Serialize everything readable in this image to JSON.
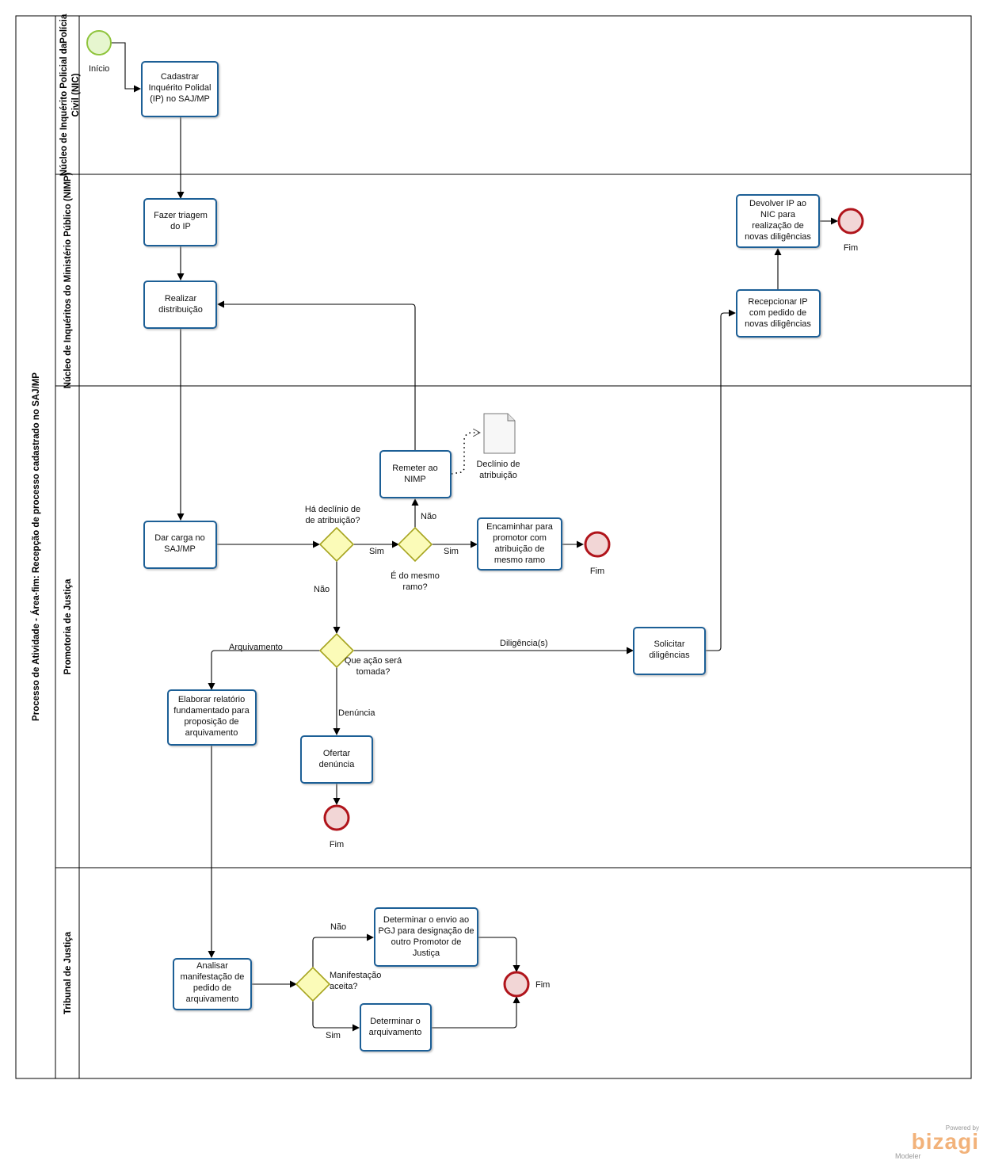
{
  "pool": {
    "title": "Processo de Atividade - Área-fim: Recepção de processo cadastrado no SAJ/MP"
  },
  "lanes": [
    {
      "title": "Núcleo de Inquérito Policial daPolícia Civil (NIC)"
    },
    {
      "title": "Núcleo de Inquéritos do Ministério Público (NIMP)"
    },
    {
      "title": "Promotoria de Justiça"
    },
    {
      "title": "Tribunal de Justiça"
    }
  ],
  "events": {
    "start": "Início",
    "end_nimp": "Fim",
    "end_encaminhar": "Fim",
    "end_denuncia": "Fim",
    "end_tribunal": "Fim"
  },
  "tasks": {
    "cadastrar": [
      "Cadastrar",
      "Inquérito Polidal",
      "(IP) no SAJ/MP"
    ],
    "triagem": [
      "Fazer triagem",
      "do IP"
    ],
    "distribuicao": [
      "Realizar",
      "distribuição"
    ],
    "devolver": [
      "Devolver IP ao",
      "NIC  para",
      "realização de",
      "novas diligências"
    ],
    "recepcionar": [
      "Recepcionar IP",
      "com pedido de",
      "novas diligências"
    ],
    "remeter": [
      "Remeter ao",
      "NIMP"
    ],
    "dar_carga": [
      "Dar carga no",
      "SAJ/MP"
    ],
    "encaminhar": [
      "Encaminhar para",
      "promotor com",
      "atribuição de",
      "mesmo ramo"
    ],
    "solicitar": [
      "Solicitar",
      "diligências"
    ],
    "elaborar": [
      "Elaborar relatório",
      "fundamentado para",
      "proposição de",
      "arquivamento"
    ],
    "ofertar": [
      "Ofertar",
      "denúncia"
    ],
    "analisar": [
      "Analisar",
      "manifestação de",
      "pedido de",
      "arquivamento"
    ],
    "determinar_envio": [
      "Determinar o envio ao",
      "PGJ para designação de",
      "outro Promotor de",
      "Justiça"
    ],
    "determinar_arquivamento": [
      "Determinar o",
      "arquivamento"
    ]
  },
  "gateways": {
    "declinio": [
      "Há declínio de",
      "de atribuição?"
    ],
    "mesmo_ramo": [
      "É do mesmo",
      "ramo?"
    ],
    "acao": [
      "Que ação será",
      "tomada?"
    ],
    "manifestacao": [
      "Manifestação",
      "aceita?"
    ]
  },
  "artifact": [
    "Declínio de",
    "atribuição"
  ],
  "flow_labels": {
    "sim1": "Sim",
    "nao1": "Não",
    "sim2": "Sim",
    "nao2": "Não",
    "arquivamento": "Arquivamento",
    "diligencias": "Diligência(s)",
    "denuncia": "Denúncia",
    "nao3": "Não",
    "sim3": "Sim"
  },
  "branding": {
    "powered": "Powered by",
    "name": "bizagi",
    "product": "Modeler"
  }
}
